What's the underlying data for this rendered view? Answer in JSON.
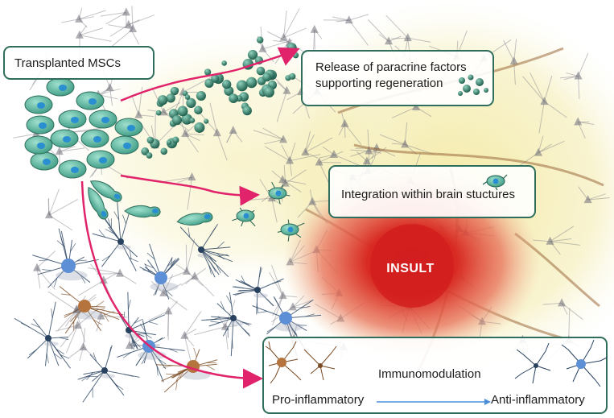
{
  "labels": {
    "transplanted": "Transplanted MSCs",
    "paracrine_line1": "Release of paracrine factors",
    "paracrine_line2": "supporting regeneration",
    "integration": "Integration within brain stuctures",
    "insult": "INSULT",
    "immunomodulation": "Immunomodulation",
    "pro_inflammatory": "Pro-inflammatory",
    "anti_inflammatory": "Anti-inflammatory"
  },
  "colors": {
    "cell_body": "#5fc0a8",
    "cell_nucleus": "#2a8fd0",
    "paracrine_dot": "#2e7a64",
    "arrow": "#e0236a",
    "box_border": "#2f6e5c",
    "insult_core": "#d21e1e",
    "glow": "#f6efb8",
    "neuron": "#6e6e78",
    "microglia_branch": "#27415f",
    "microglia_soma_blue": "#5d8fd6",
    "microglia_soma_brown": "#b5733e",
    "immuno_arrow": "#4a8fd8"
  }
}
